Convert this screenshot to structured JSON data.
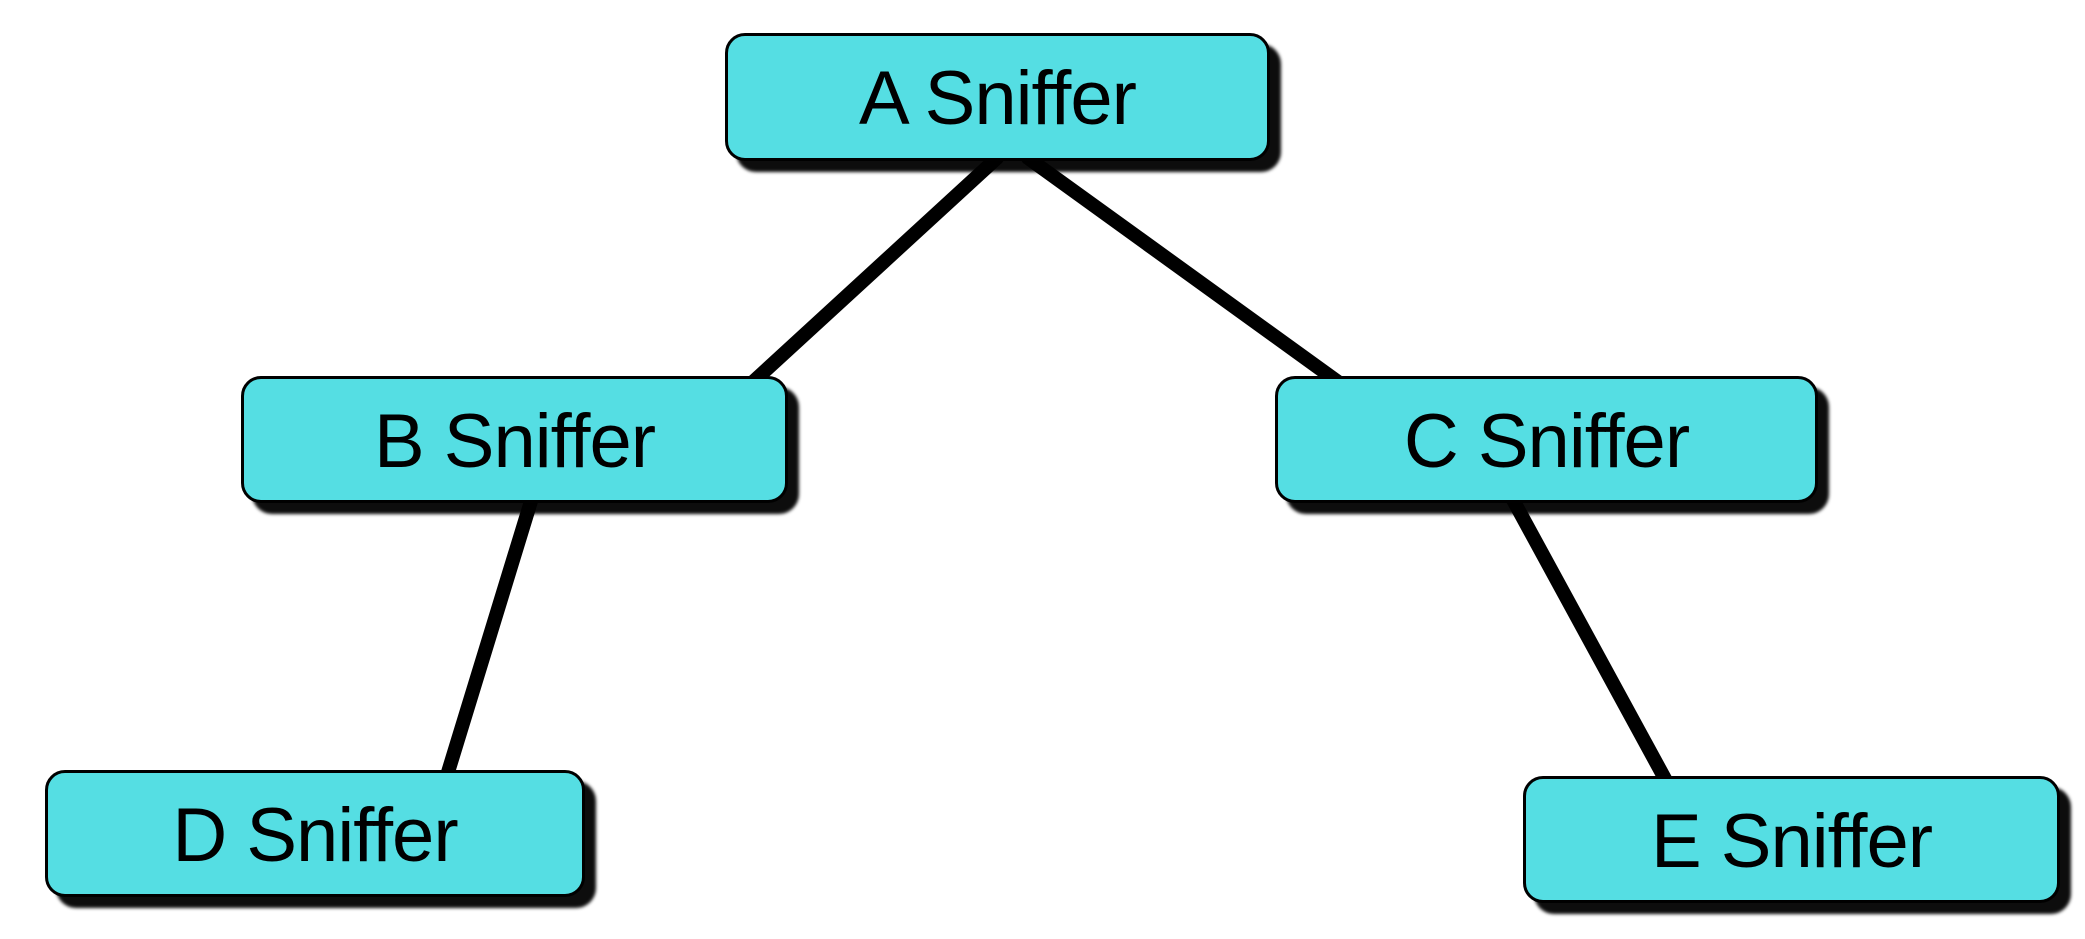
{
  "diagram": {
    "type": "tree",
    "background_color": "#FFFFFF",
    "node_fill_color": "#55DEE3",
    "node_border_color": "#000000",
    "node_text_color": "#000000",
    "edge_color": "#000000",
    "nodes": [
      {
        "id": "A",
        "label": "A Sniffer",
        "level": 1
      },
      {
        "id": "B",
        "label": "B Sniffer",
        "level": 2
      },
      {
        "id": "C",
        "label": "C Sniffer",
        "level": 2
      },
      {
        "id": "D",
        "label": "D Sniffer",
        "level": 3
      },
      {
        "id": "E",
        "label": "E Sniffer",
        "level": 3
      }
    ],
    "edges": [
      {
        "from": "A",
        "to": "B"
      },
      {
        "from": "A",
        "to": "C"
      },
      {
        "from": "B",
        "to": "D"
      },
      {
        "from": "C",
        "to": "E"
      }
    ]
  }
}
